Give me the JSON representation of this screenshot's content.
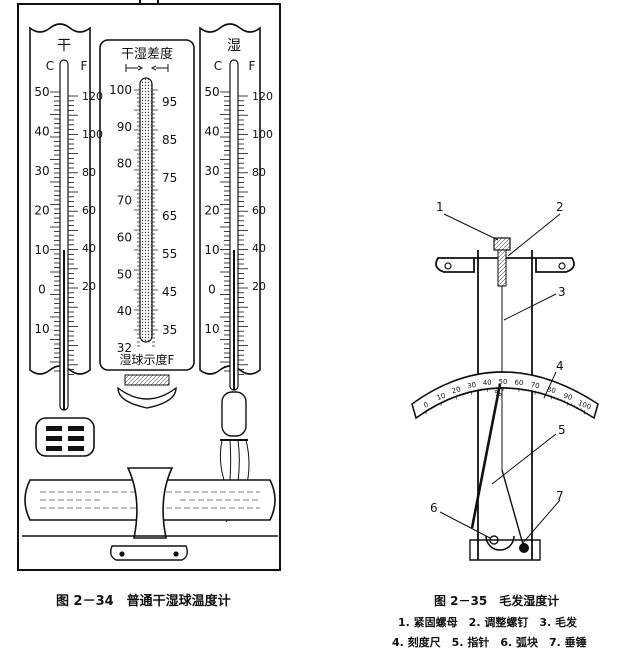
{
  "left_figure": {
    "caption": "图 2－34　普通干湿球温度计",
    "dry_label": "干",
    "wet_label": "湿",
    "center_title": "干湿差度",
    "center_bottom": "湿球示度F",
    "c_label": "C",
    "f_label": "F",
    "c_ticks": [
      "50",
      "40",
      "30",
      "20",
      "10",
      "0",
      "10"
    ],
    "f_ticks": [
      "120",
      "100",
      "80",
      "60",
      "40",
      "20"
    ],
    "center_left_ticks": [
      "100",
      "90",
      "80",
      "70",
      "60",
      "50",
      "40",
      "32"
    ],
    "center_right_ticks": [
      "95",
      "85",
      "75",
      "65",
      "55",
      "45",
      "35"
    ]
  },
  "right_figure": {
    "caption": "图 2－35　毛发湿度计",
    "parts_line1": "1. 紧固螺母　2. 调整螺钉　3. 毛发",
    "parts_line2": "4. 刻度尺　5. 指针　6. 弧块　7. 垂锤",
    "callouts": [
      "1",
      "2",
      "3",
      "4",
      "5",
      "6",
      "7"
    ],
    "scale_ticks": [
      "0",
      "10",
      "20",
      "30",
      "40",
      "50",
      "60",
      "70",
      "80",
      "90",
      "100"
    ],
    "scale_unit": "%"
  }
}
